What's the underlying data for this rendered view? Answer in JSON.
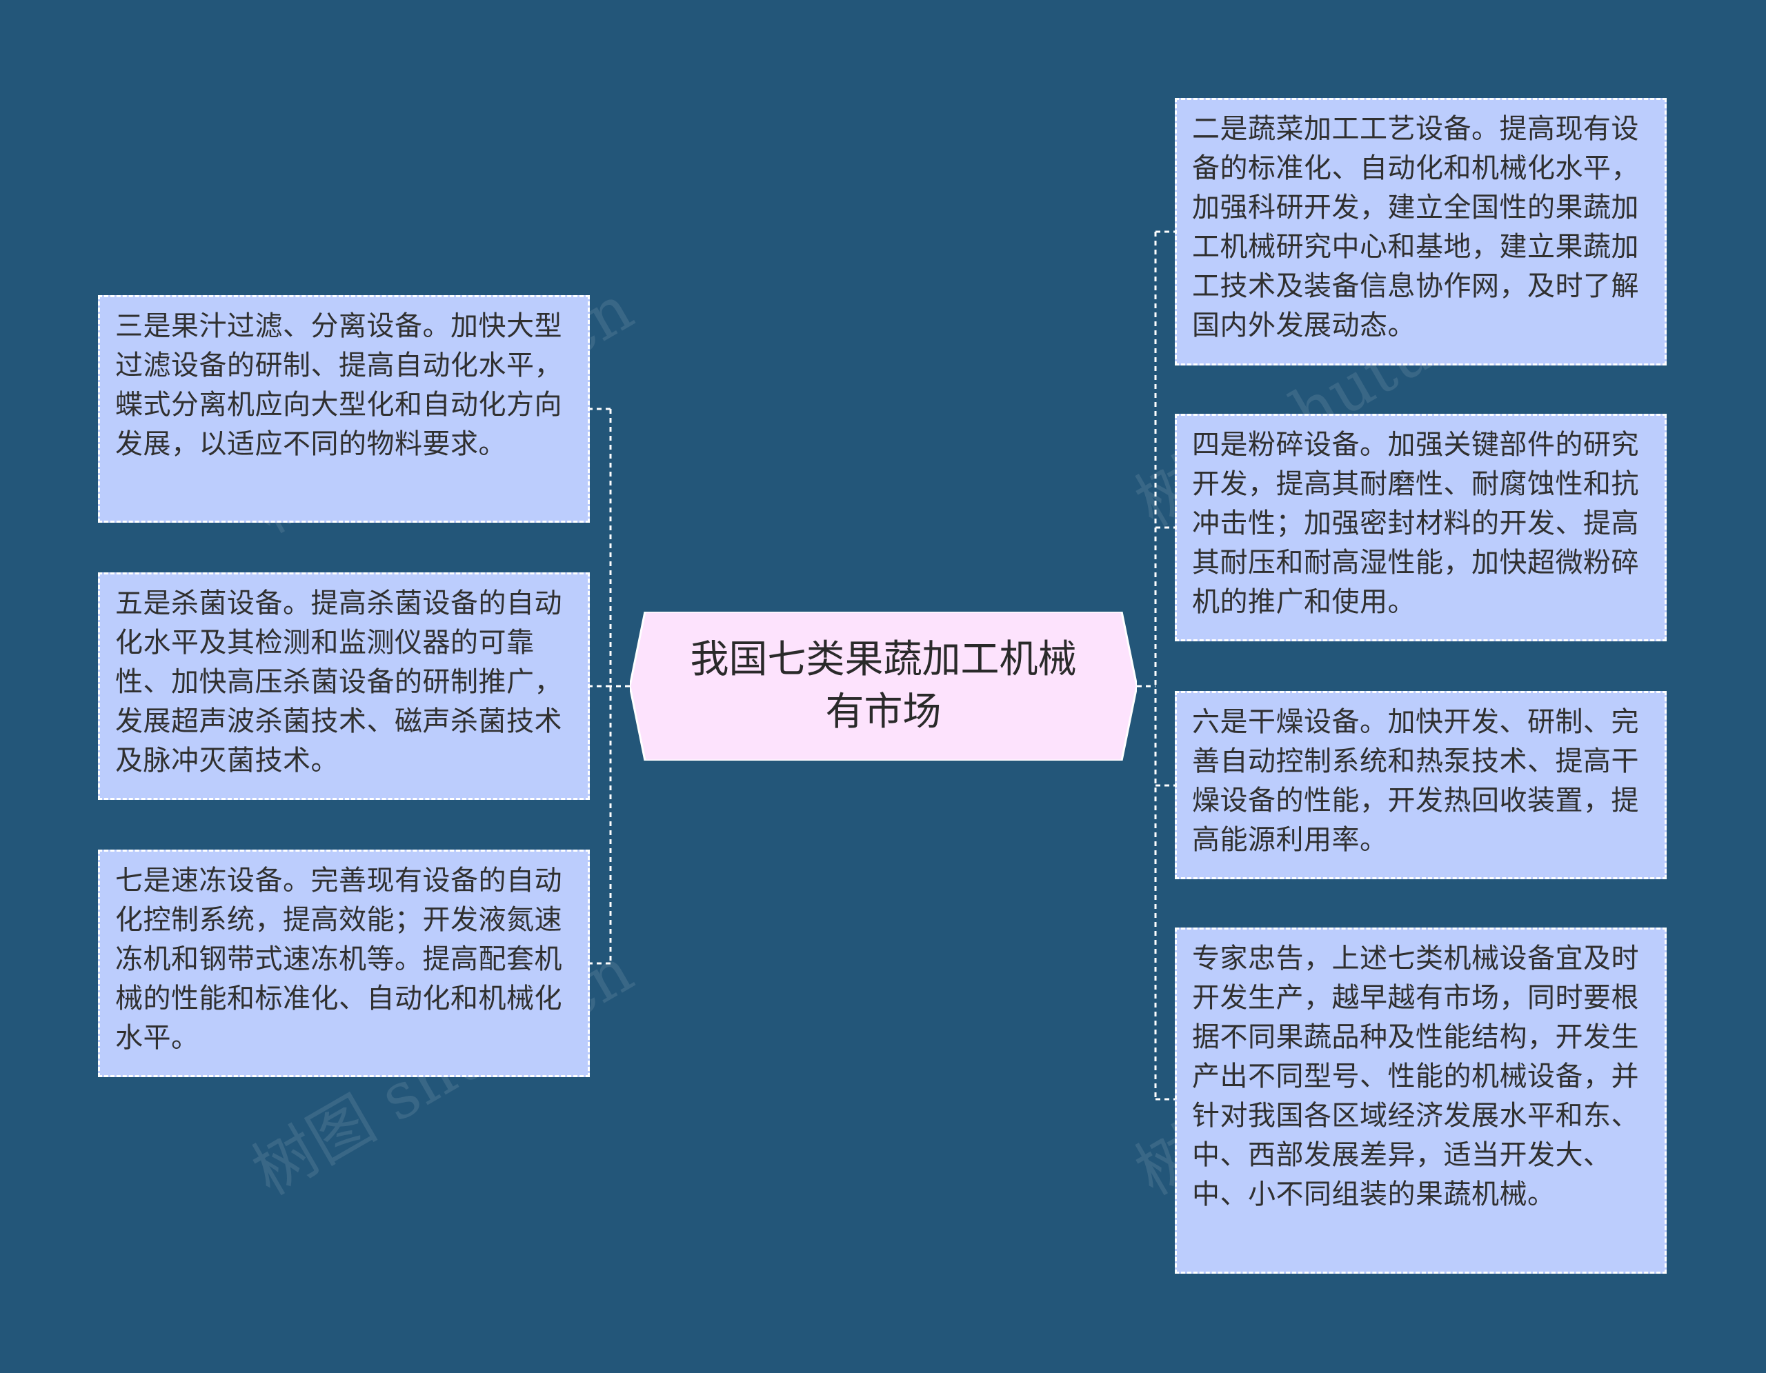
{
  "center": {
    "text": "我国七类果蔬加工机械有市场"
  },
  "left_nodes": [
    {
      "text": "三是果汁过滤、分离设备。加快大型过滤设备的研制、提高自动化水平，蝶式分离机应向大型化和自动化方向发展，以适应不同的物料要求。"
    },
    {
      "text": "五是杀菌设备。提高杀菌设备的自动化水平及其检测和监测仪器的可靠性、加快高压杀菌设备的研制推广，发展超声波杀菌技术、磁声杀菌技术及脉冲灭菌技术。"
    },
    {
      "text": "七是速冻设备。完善现有设备的自动化控制系统，提高效能；开发液氮速冻机和钢带式速冻机等。提高配套机械的性能和标准化、自动化和机械化水平。"
    }
  ],
  "right_nodes": [
    {
      "text": "二是蔬菜加工工艺设备。提高现有设备的标准化、自动化和机械化水平，加强科研开发，建立全国性的果蔬加工机械研究中心和基地，建立果蔬加工技术及装备信息协作网，及时了解国内外发展动态。"
    },
    {
      "text": "四是粉碎设备。加强关键部件的研究开发，提高其耐磨性、耐腐蚀性和抗冲击性；加强密封材料的开发、提高其耐压和耐高湿性能，加快超微粉碎机的推广和使用。"
    },
    {
      "text": "六是干燥设备。加快开发、研制、完善自动控制系统和热泵技术、提高干燥设备的性能，开发热回收装置，提高能源利用率。"
    },
    {
      "text": "专家忠告，上述七类机械设备宜及时开发生产，越早越有市场，同时要根据不同果蔬品种及性能结构，开发生产出不同型号、性能的机械设备，并针对我国各区域经济发展水平和东、中、西部发展差异，适当开发大、中、小不同组装的果蔬机械。"
    }
  ],
  "watermark": "树图 shutu.cn",
  "colors": {
    "background": "#235679",
    "node_fill": "#bccdfd",
    "center_fill": "#fde3fd",
    "connector": "#ffffff"
  }
}
